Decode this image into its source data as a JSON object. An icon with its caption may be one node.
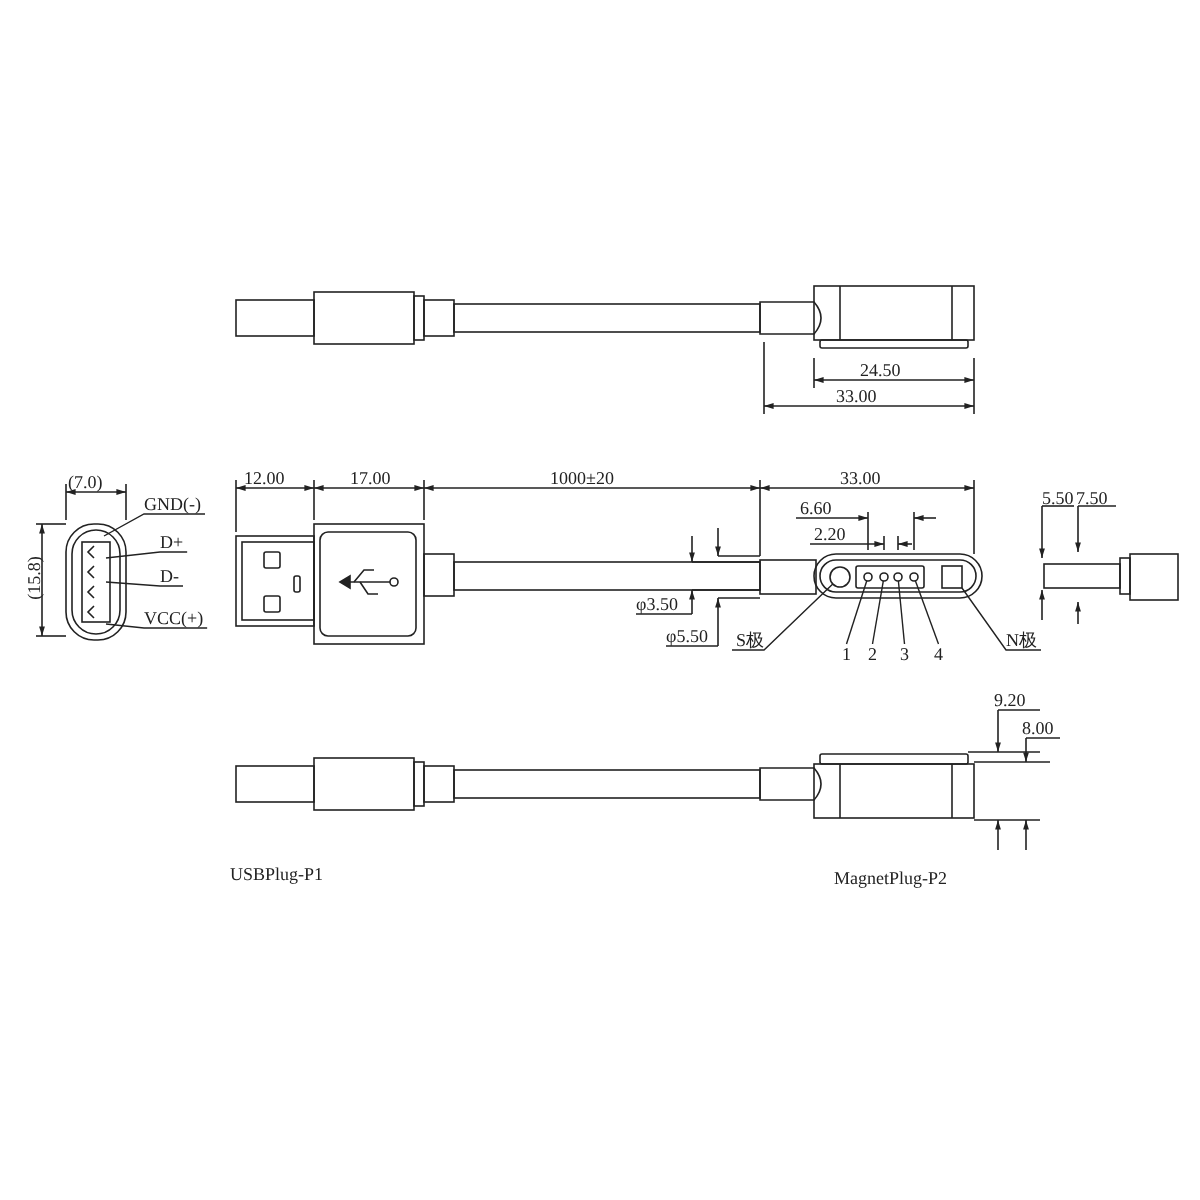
{
  "diagram": {
    "nodes": [
      {
        "text": [
          "GND(-)"
        ]
      },
      {
        "text": [
          "D+"
        ]
      },
      {
        "text": [
          "D-"
        ]
      },
      {
        "text": [
          "VCC(+)"
        ]
      },
      {
        "text": [
          "S极"
        ]
      },
      {
        "text": [
          "1"
        ]
      },
      {
        "text": [
          "2"
        ]
      },
      {
        "text": [
          "3"
        ]
      },
      {
        "text": [
          "4"
        ]
      },
      {
        "text": [
          "N极"
        ]
      },
      {
        "text": [],
        "shape": "circle"
      },
      {
        "text": [],
        "shape": "circle"
      },
      {
        "text": [],
        "shape": "circle"
      },
      {
        "text": [],
        "shape": "circle"
      },
      {
        "text": [],
        "shape": "circle"
      },
      {
        "text": [],
        "shape": "box"
      }
    ],
    "edges": [
      {
        "from": 0,
        "to": null,
        "arrow": "none"
      },
      {
        "from": 1,
        "to": null,
        "arrow": "none"
      },
      {
        "from": 2,
        "to": null,
        "arrow": "none"
      },
      {
        "from": 3,
        "to": null,
        "arrow": "none"
      },
      {
        "from": 4,
        "to": 10,
        "arrow": "none"
      },
      {
        "from": 5,
        "to": 11,
        "arrow": "none"
      },
      {
        "from": 6,
        "to": 12,
        "arrow": "none"
      },
      {
        "from": 7,
        "to": 13,
        "arrow": "none"
      },
      {
        "from": 8,
        "to": 14,
        "arrow": "none"
      },
      {
        "from": 9,
        "to": 15,
        "arrow": "none"
      }
    ],
    "labels": [
      "24.50",
      "33.00",
      "(7.0)",
      "12.00",
      "17.00",
      "1000±20",
      "33.00",
      "6.60",
      "5.50",
      "7.50",
      "2.20",
      "(15.8)",
      "φ3.50",
      "φ5.50",
      "9.20",
      "8.00",
      "USBPlug-P1",
      "MagnetPlug-P2"
    ]
  }
}
